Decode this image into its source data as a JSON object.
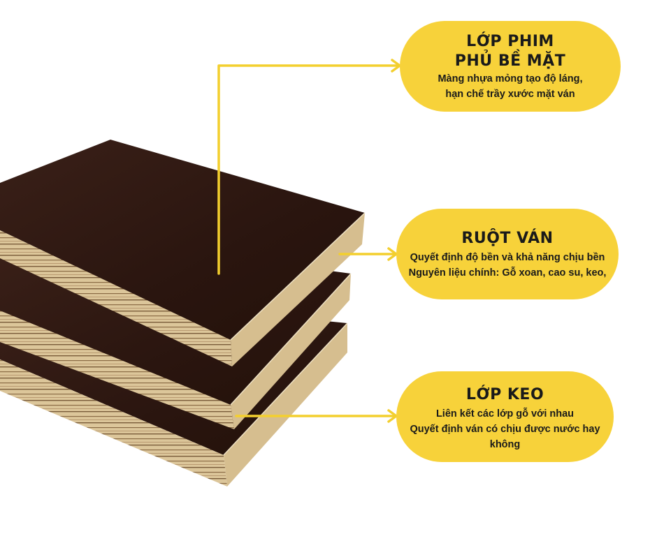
{
  "colors": {
    "callout_fill": "#F7D23A",
    "connector_line": "#F3CF2E",
    "board_face": "#2c1712",
    "board_edge": "#ddc79c"
  },
  "callouts": [
    {
      "title": "LỚP PHIM\nPHỦ BỀ MẶT",
      "lines": [
        "Màng nhựa mỏng tạo độ láng,",
        "hạn chế trầy xước mặt ván"
      ]
    },
    {
      "title": "RUỘT VÁN",
      "lines": [
        "Quyết định độ bền và khả năng chịu bền",
        "Nguyên liệu chính: Gỗ xoan, cao su, keo,"
      ]
    },
    {
      "title": "LỚP KEO",
      "lines": [
        "Liên kết các lớp gỗ với nhau",
        "Quyết định ván có chịu được nước hay không"
      ]
    }
  ]
}
